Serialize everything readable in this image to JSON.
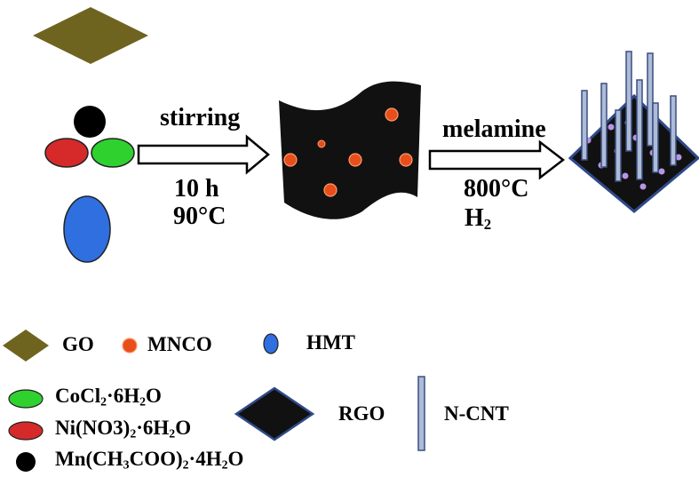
{
  "colors": {
    "go": "#6e6420",
    "mnco": "#e84e1b",
    "hmt": "#2f6fe0",
    "cocl2": "#2fd12f",
    "ni": "#d62a2a",
    "mn": "#000000",
    "rgo_fill": "#111111",
    "rgo_border": "#2f4a8a",
    "cnt_fill": "#aebbd8",
    "cnt_border": "#3a4f80",
    "nanoparticle": "#b695e6"
  },
  "steps": {
    "step1_top": "stirring",
    "step1_bottom_line1": "10 h",
    "step1_bottom_line2": "90°C",
    "step2_top": "melamine",
    "step2_bottom_line1": "800°C",
    "step2_bottom_line2_base": "H",
    "step2_bottom_line2_sub": "2"
  },
  "legend": {
    "go": "GO",
    "mnco": "MNCO",
    "hmt": "HMT",
    "rgo": "RGO",
    "ncnt": "N-CNT",
    "cocl2": {
      "a": "CoCl",
      "b": "2",
      "c": "·6H",
      "d": "2",
      "e": "O"
    },
    "ni": {
      "a": "Ni(NO3)",
      "b": "2",
      "c": "·6H",
      "d": "2",
      "e": "O"
    },
    "mn": {
      "a": "Mn(CH",
      "b": "3",
      "c": "COO)",
      "d": "2",
      "e": "·4H",
      "f": "2",
      "g": "O"
    }
  }
}
